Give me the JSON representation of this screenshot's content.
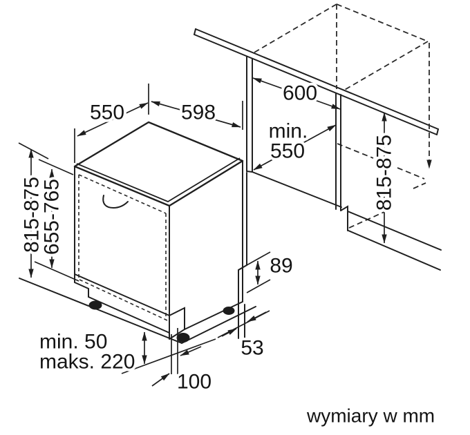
{
  "diagram": {
    "title": "dishwasher-installation-dimensions",
    "caption": "wymiary w mm",
    "labels": {
      "top_depth": "550",
      "top_width": "598",
      "niche_width": "600",
      "niche_depth_line1": "min.",
      "niche_depth_line2": "550",
      "height_left": "815-875",
      "door_panel_height": "655-765",
      "niche_height_right": "815-875",
      "base_height": "89",
      "side_offset": "53",
      "plinth_depth": "100",
      "plinth_min": "min. 50",
      "plinth_max": "maks. 220"
    },
    "colors": {
      "line": "#1f1f1f",
      "text": "#141414",
      "background": "#ffffff"
    }
  }
}
